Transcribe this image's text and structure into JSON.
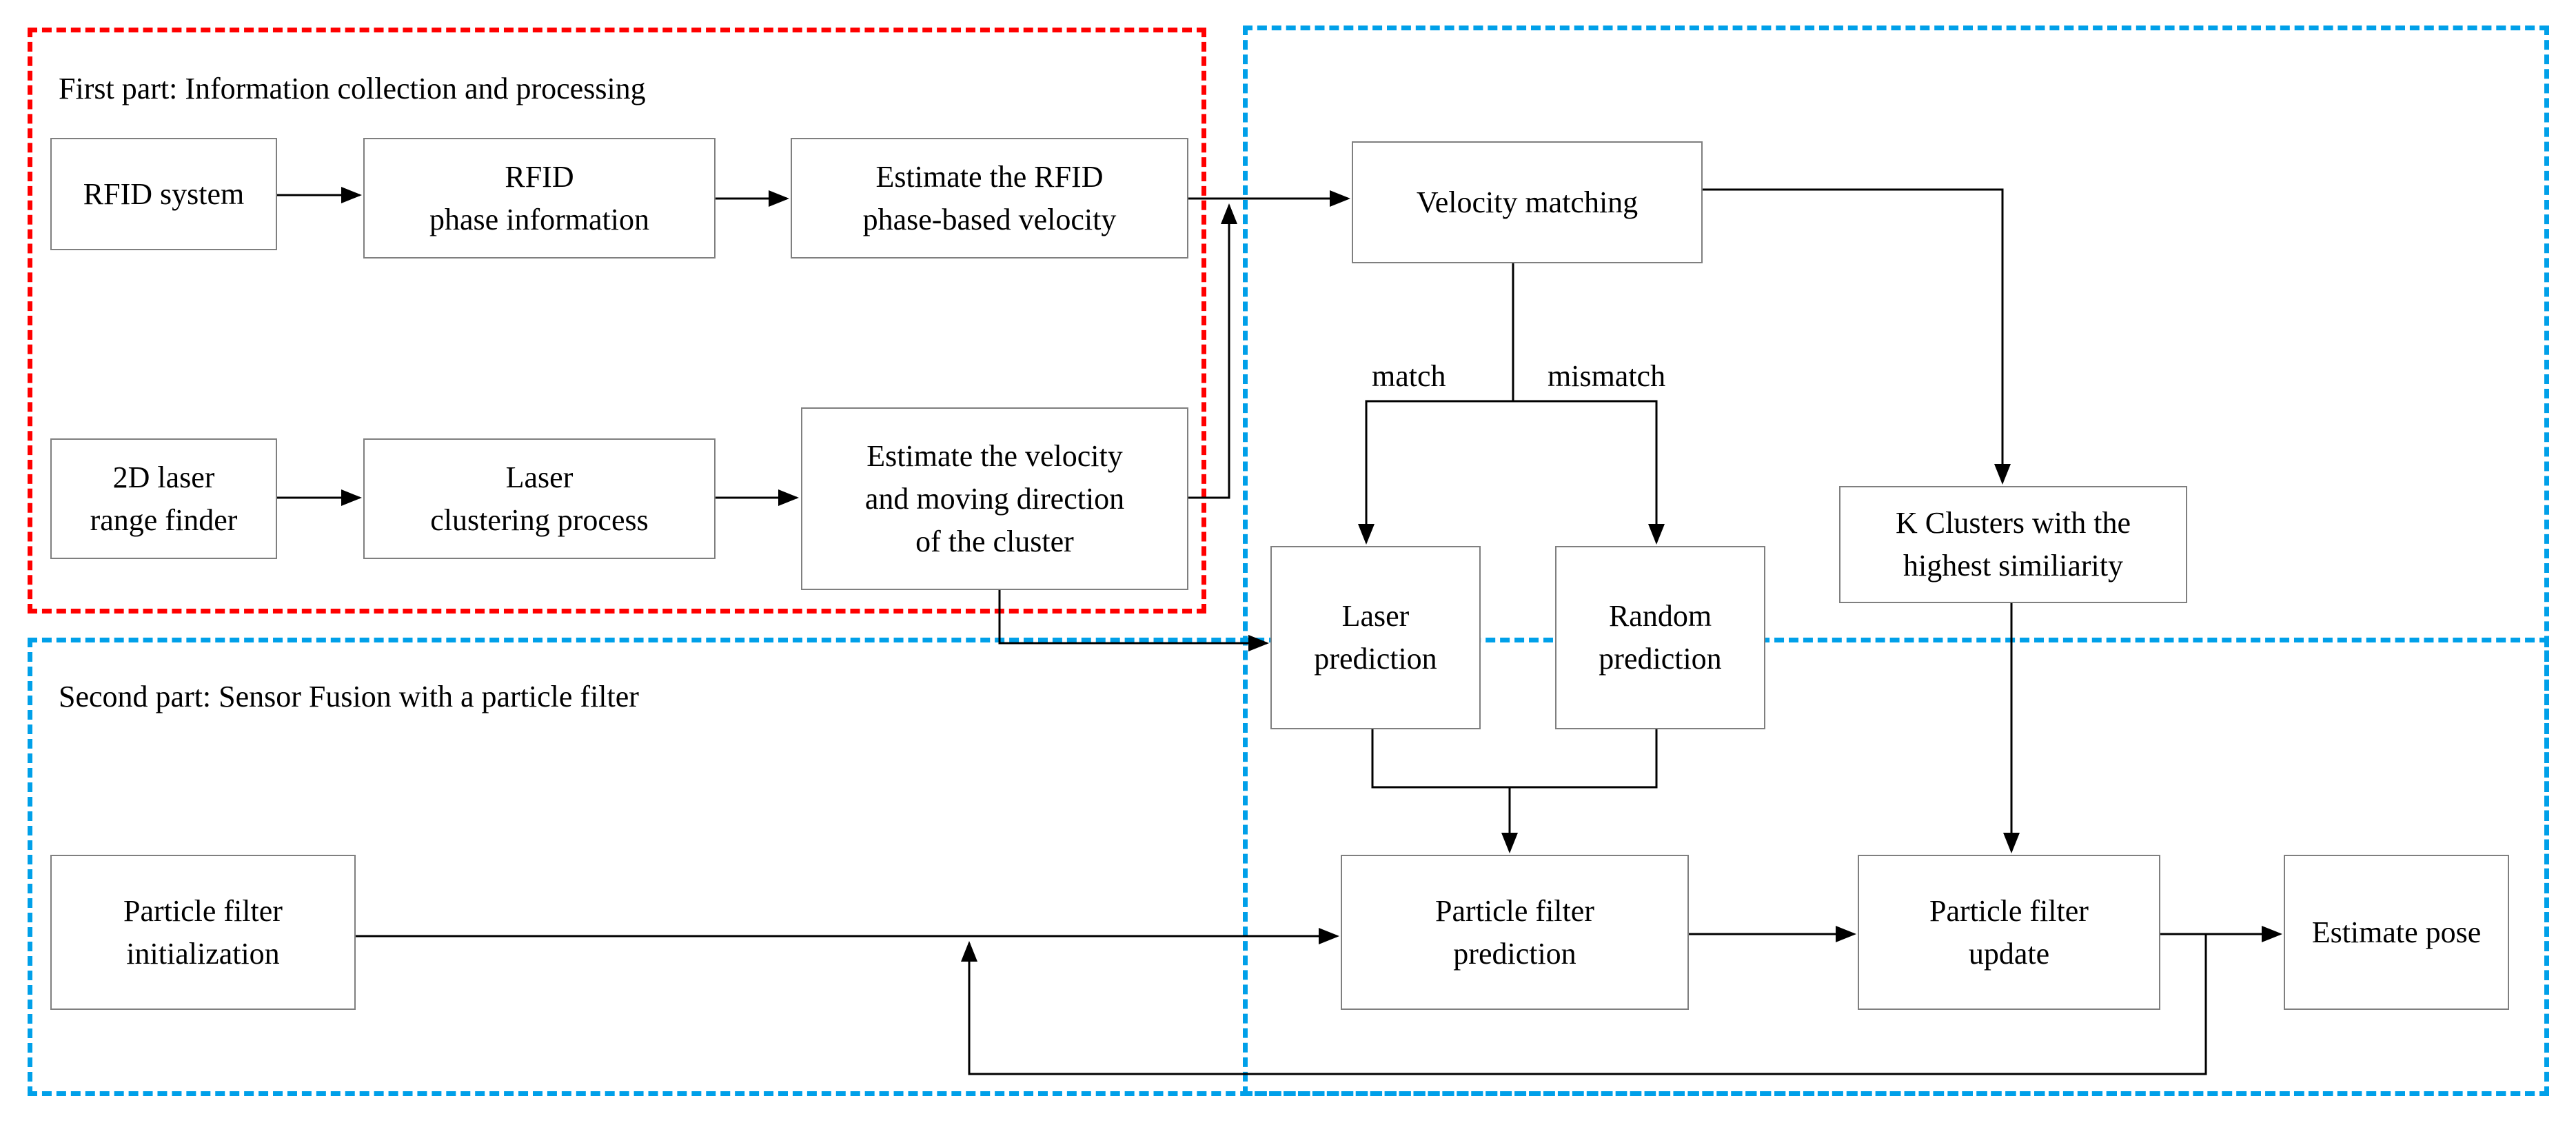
{
  "colors": {
    "part1_border": "#ff0000",
    "part2_border": "#00a0e9",
    "box_border": "#7f7f7f",
    "arrow": "#000000",
    "text": "#000000"
  },
  "parts": {
    "first": "First part: Information collection and processing",
    "second": "Second part: Sensor Fusion with a particle filter"
  },
  "nodes": {
    "rfid_system": "RFID system",
    "rfid_phase_info": "RFID\nphase information",
    "estimate_rfid_velocity": "Estimate the RFID\nphase-based velocity",
    "laser_range_finder": "2D laser\nrange finder",
    "laser_clustering": "Laser\nclustering process",
    "estimate_cluster_velocity": "Estimate the velocity\nand moving direction\nof  the  cluster",
    "velocity_matching": "Velocity  matching",
    "laser_prediction": "Laser\nprediction",
    "random_prediction": "Random\nprediction",
    "k_clusters": "K Clusters with the\nhighest similiarity",
    "pf_initialization": "Particle filter\ninitialization",
    "pf_prediction": "Particle filter\nprediction",
    "pf_update": "Particle filter\nupdate",
    "estimate_pose": "Estimate pose"
  },
  "edge_labels": {
    "match": "match",
    "mismatch": "mismatch"
  }
}
